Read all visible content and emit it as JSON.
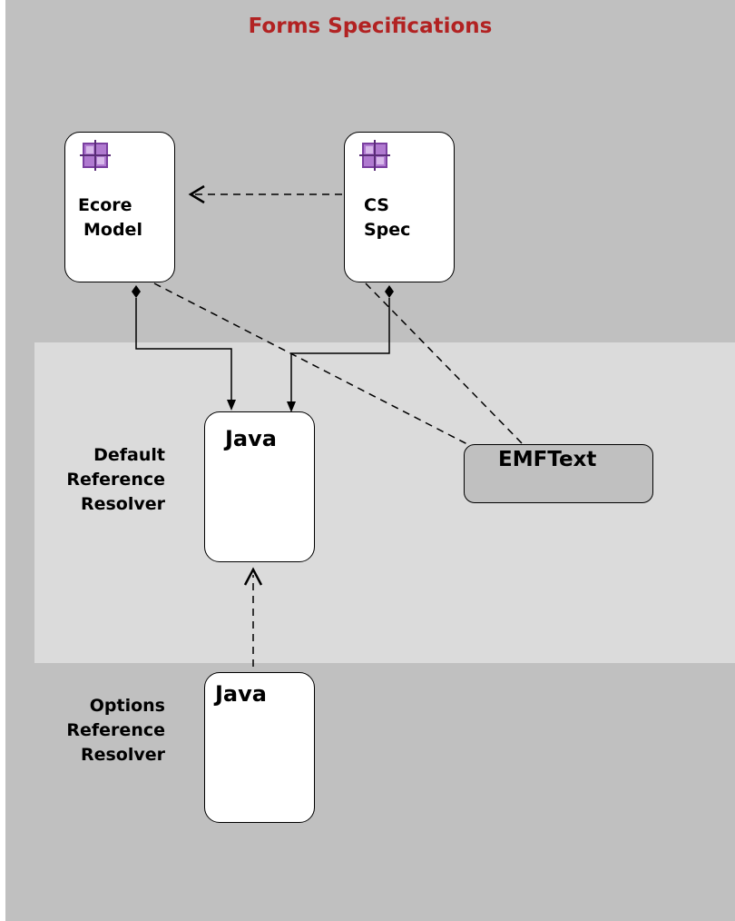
{
  "title": "Forms Specifications",
  "ecore_box": {
    "line1": "Ecore",
    "line2": "Model",
    "icon": "ecore-grid-icon"
  },
  "cs_box": {
    "line1": "CS",
    "line2": "Spec",
    "icon": "ecore-grid-icon"
  },
  "default_box": {
    "label": "Java"
  },
  "options_box": {
    "label": "Java"
  },
  "default_label": {
    "line1": "Default",
    "line2": "Reference",
    "line3": "Resolver"
  },
  "options_label": {
    "line1": "Options",
    "line2": "Reference",
    "line3": "Resolver"
  },
  "emftext": {
    "label": "EMFText"
  },
  "colors": {
    "title": "#b22222",
    "outer": "#c0c0c0",
    "inner": "#dbdbdb",
    "icon": "#9b59b6"
  }
}
